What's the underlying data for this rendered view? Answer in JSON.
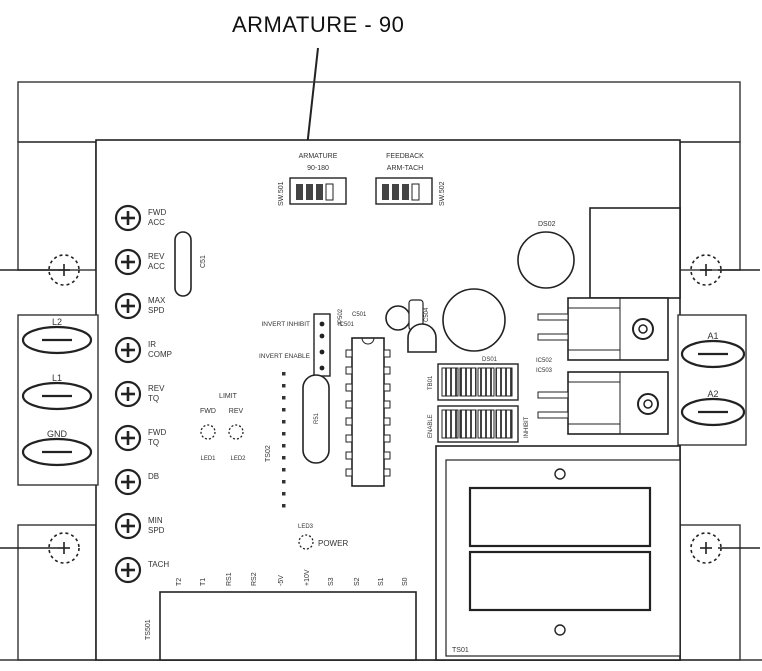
{
  "callout": {
    "label": "ARMATURE - 90"
  },
  "switches": {
    "armature": {
      "title": "ARMATURE",
      "sub": "90-180",
      "code": "SW.501"
    },
    "feedback": {
      "title": "FEEDBACK",
      "sub": "ARM-TACH",
      "code": "SW.502"
    }
  },
  "trimpots": [
    {
      "line1": "FWD",
      "line2": "ACC"
    },
    {
      "line1": "REV",
      "line2": "ACC"
    },
    {
      "line1": "MAX",
      "line2": "SPD"
    },
    {
      "line1": "IR",
      "line2": "COMP"
    },
    {
      "line1": "REV",
      "line2": "TQ"
    },
    {
      "line1": "FWD",
      "line2": "TQ"
    },
    {
      "line1": "DB",
      "line2": ""
    },
    {
      "line1": "MIN",
      "line2": "SPD"
    },
    {
      "line1": "TACH",
      "line2": ""
    }
  ],
  "left_terminals": [
    "L2",
    "L1",
    "GND"
  ],
  "right_terminals": [
    "A1",
    "A2"
  ],
  "limit": {
    "title": "LIMIT",
    "fwd": "FWD",
    "rev": "REV",
    "led_fwd": "LED1",
    "led_rev": "LED2"
  },
  "jumper": {
    "code": "JP502",
    "invert_inhibit": "INVERT INHIBIT",
    "invert_enable": "INVERT ENABLE"
  },
  "power": {
    "label": "POWER",
    "led": "LED3"
  },
  "components": {
    "cap_c51": "C51",
    "ds02": "DS02",
    "c501": "C501",
    "ic501": "IC501",
    "c504": "C504",
    "r51": "R51",
    "ts02": "TS02",
    "ts01": "TS01",
    "ts501": "TS501",
    "ds01": "DS01",
    "tb01": "TB01",
    "enable": "ENABLE",
    "inhibit": "INHIBIT",
    "ic502": "IC502",
    "ic503": "IC503"
  },
  "bottom_terminals": [
    "T2",
    "T1",
    "RS1",
    "RS2",
    "-5V",
    "+10V",
    "S3",
    "S2",
    "S1",
    "S0"
  ]
}
